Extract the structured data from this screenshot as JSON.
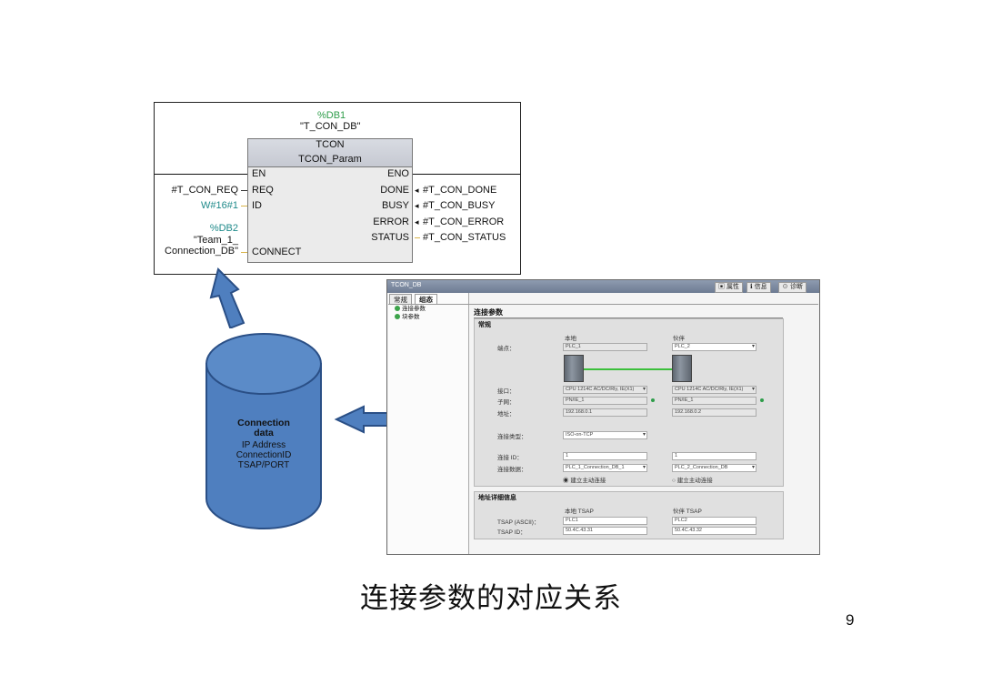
{
  "fb": {
    "db_number": "%DB1",
    "db_name": "\"T_CON_DB\"",
    "block_type": "TCON",
    "block_name": "TCON_Param",
    "inputs": [
      {
        "pin": "EN",
        "param": ""
      },
      {
        "pin": "REQ",
        "param": "#T_CON_REQ"
      },
      {
        "pin": "ID",
        "param": "W#16#1"
      },
      {
        "pin": "CONNECT",
        "param_db": "%DB2",
        "param_line1": "\"Team_1_",
        "param_line2": "Connection_DB\""
      }
    ],
    "outputs": [
      {
        "pin": "ENO",
        "param": ""
      },
      {
        "pin": "DONE",
        "param": "#T_CON_DONE"
      },
      {
        "pin": "BUSY",
        "param": "#T_CON_BUSY"
      },
      {
        "pin": "ERROR",
        "param": "#T_CON_ERROR"
      },
      {
        "pin": "STATUS",
        "param": "#T_CON_STATUS"
      }
    ]
  },
  "db": {
    "title_line1": "Connection",
    "title_line2": "data",
    "items": [
      "IP Address",
      "ConnectionID",
      "TSAP/PORT"
    ]
  },
  "panel": {
    "title": "TCON_DB",
    "top_tabs": [
      "属性",
      "信息",
      "诊断"
    ],
    "tabs": [
      "常规",
      "组态"
    ],
    "nav": [
      "连接参数",
      "块参数"
    ],
    "section_title": "连接参数",
    "general": {
      "title": "常规",
      "col_local": "本地",
      "col_partner": "伙伴",
      "endpoint_label": "端点：",
      "endpoint_local": "PLC_1",
      "endpoint_partner": "PLC_2",
      "interface_label": "接口：",
      "interface_local": "CPU 1214C AC/DC/Rly, IE(X1)",
      "interface_partner": "CPU 1214C AC/DC/Rly, IE(X1)",
      "subnet_label": "子网：",
      "subnet_local": "PN/IE_1",
      "subnet_partner": "PN/IE_1",
      "address_label": "地址：",
      "address_local": "192.168.0.1",
      "address_partner": "192.168.0.2",
      "conn_type_label": "连接类型：",
      "conn_type_value": "ISO-on-TCP",
      "conn_id_label": "连接 ID：",
      "conn_id_local": "1",
      "conn_id_partner": "1",
      "conn_data_label": "连接数据：",
      "conn_data_local": "PLC_1_Connection_DB_1",
      "conn_data_partner": "PLC_2_Connection_DB",
      "active_local": "建立主动连接",
      "active_partner": "建立主动连接"
    },
    "address_details": {
      "title": "地址详细信息",
      "col_local": "本地 TSAP",
      "col_partner": "伙伴 TSAP",
      "tsap_ascii_label": "TSAP (ASCII)：",
      "tsap_ascii_local": "PLC1",
      "tsap_ascii_partner": "PLC2",
      "tsap_id_label": "TSAP ID：",
      "tsap_id_local": "50.4C.43.31",
      "tsap_id_partner": "50.4C.43.32"
    }
  },
  "caption": "连接参数的对应关系",
  "page_number": "9",
  "colors": {
    "arrow_fill": "#4f7fbf",
    "arrow_stroke": "#2a4f86",
    "cylinder_fill": "#4f7fbf",
    "cylinder_top": "#5b8bc8"
  }
}
